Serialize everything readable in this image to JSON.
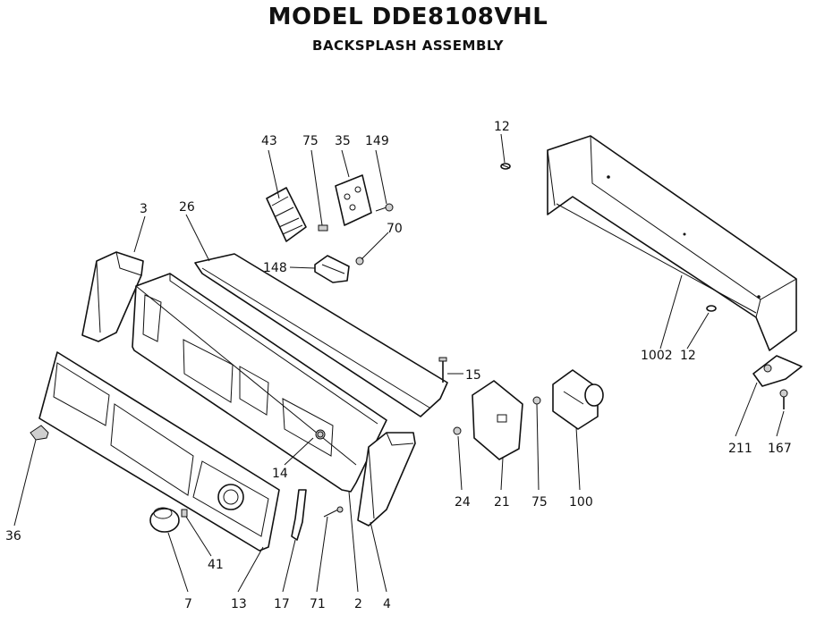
{
  "header": {
    "title": "MODEL DDE8108VHL",
    "subtitle": "BACKSPLASH ASSEMBLY"
  },
  "callouts": [
    {
      "id": "c43",
      "label": "43"
    },
    {
      "id": "c75a",
      "label": "75"
    },
    {
      "id": "c35",
      "label": "35"
    },
    {
      "id": "c149",
      "label": "149"
    },
    {
      "id": "c12a",
      "label": "12"
    },
    {
      "id": "c3",
      "label": "3"
    },
    {
      "id": "c26",
      "label": "26"
    },
    {
      "id": "c70",
      "label": "70"
    },
    {
      "id": "c148",
      "label": "148"
    },
    {
      "id": "c1002",
      "label": "1002"
    },
    {
      "id": "c12b",
      "label": "12"
    },
    {
      "id": "c15",
      "label": "15"
    },
    {
      "id": "c14",
      "label": "14"
    },
    {
      "id": "c24",
      "label": "24"
    },
    {
      "id": "c21",
      "label": "21"
    },
    {
      "id": "c75b",
      "label": "75"
    },
    {
      "id": "c100",
      "label": "100"
    },
    {
      "id": "c211",
      "label": "211"
    },
    {
      "id": "c167",
      "label": "167"
    },
    {
      "id": "c36",
      "label": "36"
    },
    {
      "id": "c41",
      "label": "41"
    },
    {
      "id": "c7",
      "label": "7"
    },
    {
      "id": "c13",
      "label": "13"
    },
    {
      "id": "c17",
      "label": "17"
    },
    {
      "id": "c71",
      "label": "71"
    },
    {
      "id": "c2",
      "label": "2"
    },
    {
      "id": "c4",
      "label": "4"
    }
  ]
}
